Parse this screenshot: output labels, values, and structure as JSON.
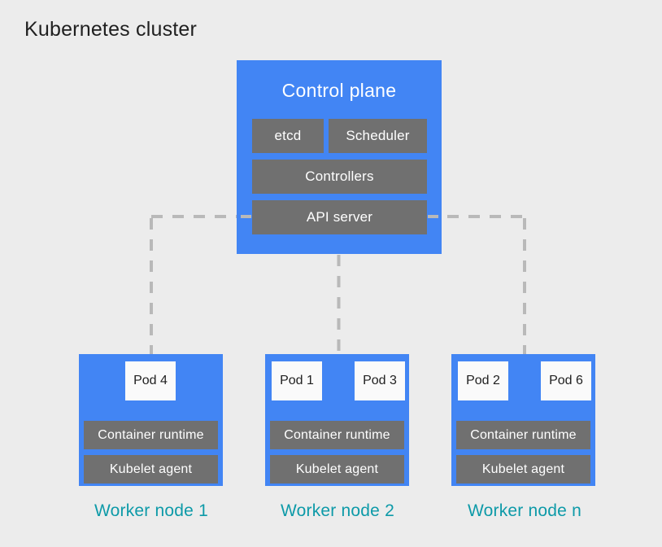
{
  "title": "Kubernetes cluster",
  "colors": {
    "background": "#ececec",
    "node_blue": "#4285f4",
    "component_gray": "#707070",
    "pod_background": "#fafafa",
    "pod_text": "#212121",
    "worker_label_teal": "#0d9aa8",
    "connector_dash_gray": "#b9b9b9",
    "title_text": "#1f1f1f",
    "component_text": "#ffffff"
  },
  "control_plane": {
    "title": "Control plane",
    "components": {
      "etcd": "etcd",
      "scheduler": "Scheduler",
      "controllers": "Controllers",
      "api_server": "API server"
    }
  },
  "worker_nodes": [
    {
      "label": "Worker node 1",
      "pods": [
        "Pod 4"
      ],
      "components": {
        "runtime": "Container runtime",
        "kubelet": "Kubelet agent"
      }
    },
    {
      "label": "Worker node 2",
      "pods": [
        "Pod 1",
        "Pod 3"
      ],
      "components": {
        "runtime": "Container runtime",
        "kubelet": "Kubelet agent"
      }
    },
    {
      "label": "Worker node n",
      "pods": [
        "Pod 2",
        "Pod 6"
      ],
      "components": {
        "runtime": "Container runtime",
        "kubelet": "Kubelet agent"
      }
    }
  ]
}
